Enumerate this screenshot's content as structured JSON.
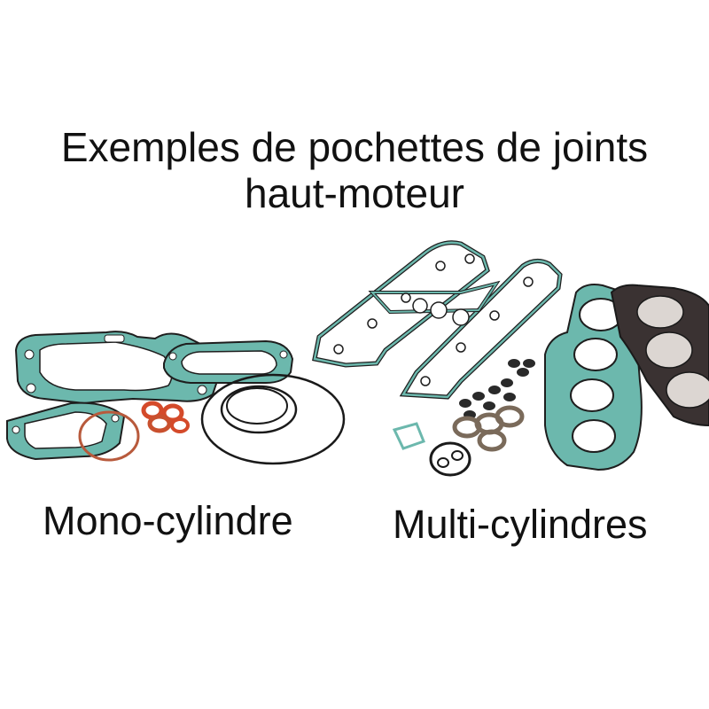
{
  "heading": {
    "line1": "Exemples de pochettes de joints",
    "line2": "haut-moteur"
  },
  "captions": {
    "mono": "Mono-cylindre",
    "multi": "Multi-cylindres"
  },
  "colors": {
    "gasket_teal": "#5fb3a8",
    "gasket_dark": "#2a2a2a",
    "gasket_copper": "#c9502e",
    "text": "#111111"
  }
}
